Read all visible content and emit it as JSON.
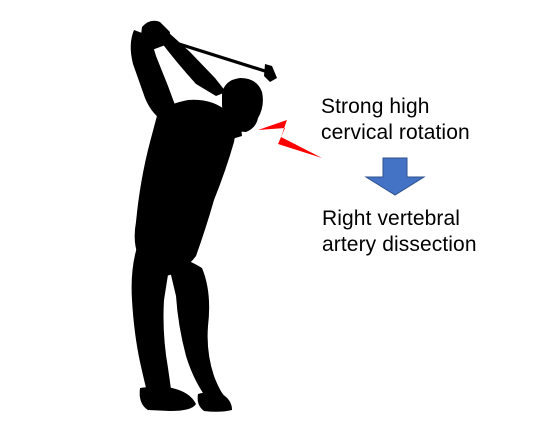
{
  "cause": {
    "line1": "Strong high",
    "line2": "cervical rotation"
  },
  "result": {
    "line1": "Right vertebral",
    "line2": "artery dissection"
  },
  "colors": {
    "silhouette": "#000000",
    "lightning": "#ff0000",
    "arrow": "#4472c4",
    "text": "#000000"
  },
  "icons": {
    "figure": "golfer-silhouette",
    "injury_marker": "lightning-bolt-icon",
    "flow": "down-arrow-icon"
  }
}
